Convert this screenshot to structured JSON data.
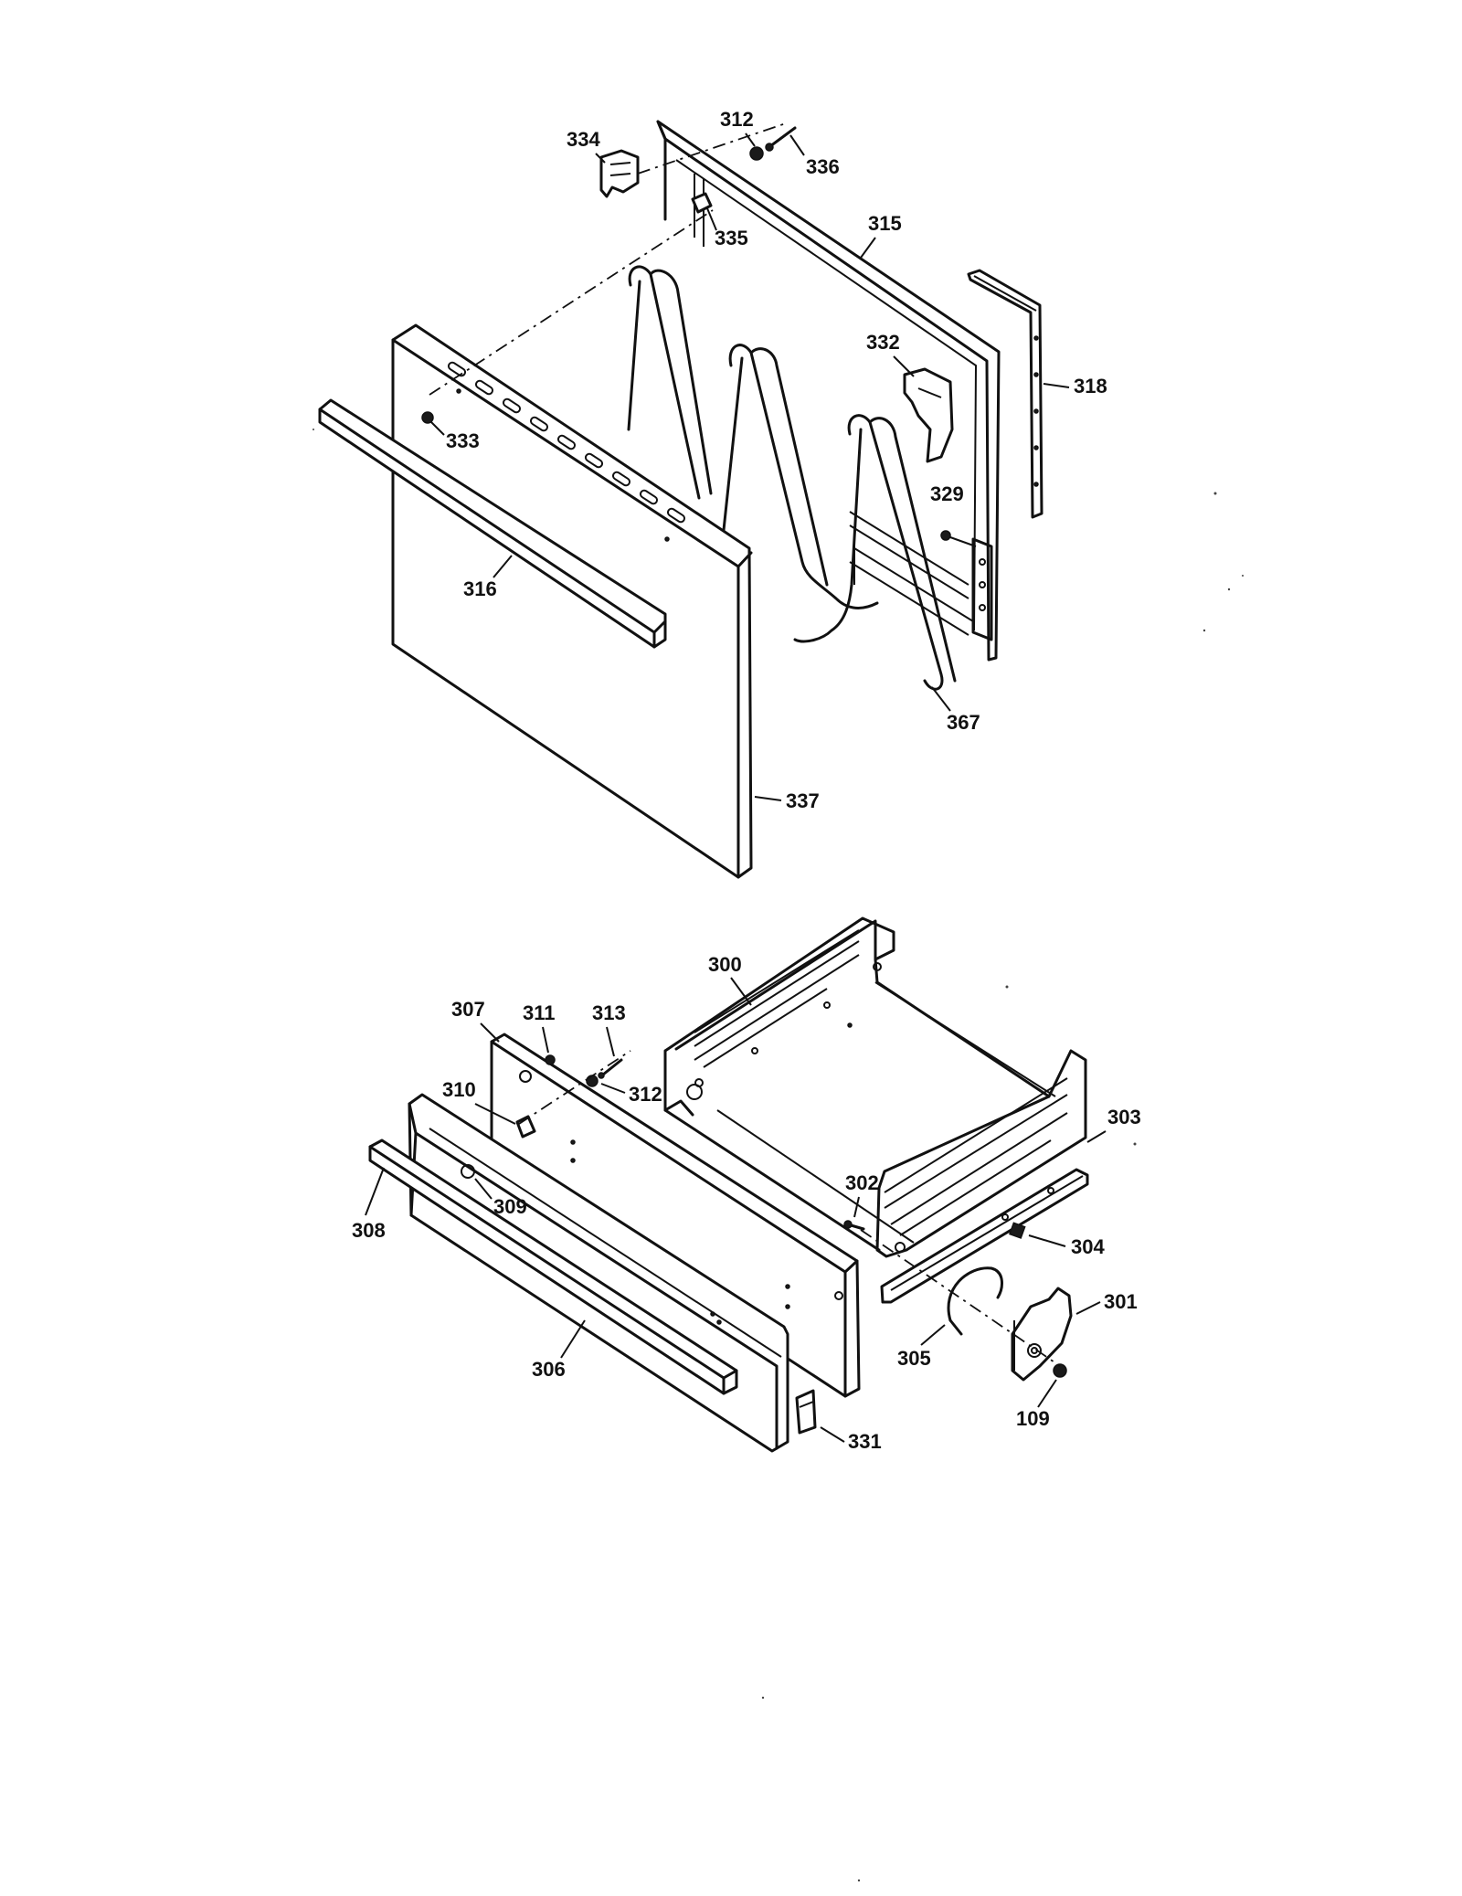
{
  "door_assembly": {
    "labels": {
      "c312_top": "312",
      "c334": "334",
      "c336": "336",
      "c335": "335",
      "c315": "315",
      "c332": "332",
      "c318": "318",
      "c333": "333",
      "c329": "329",
      "c316": "316",
      "c367": "367",
      "c337": "337"
    }
  },
  "drawer_assembly": {
    "labels": {
      "c300": "300",
      "c307": "307",
      "c311": "311",
      "c313": "313",
      "c312_bottom": "312",
      "c310": "310",
      "c303": "303",
      "c302": "302",
      "c309": "309",
      "c308": "308",
      "c304": "304",
      "c301": "301",
      "c305": "305",
      "c306": "306",
      "c109": "109",
      "c331": "331"
    }
  }
}
